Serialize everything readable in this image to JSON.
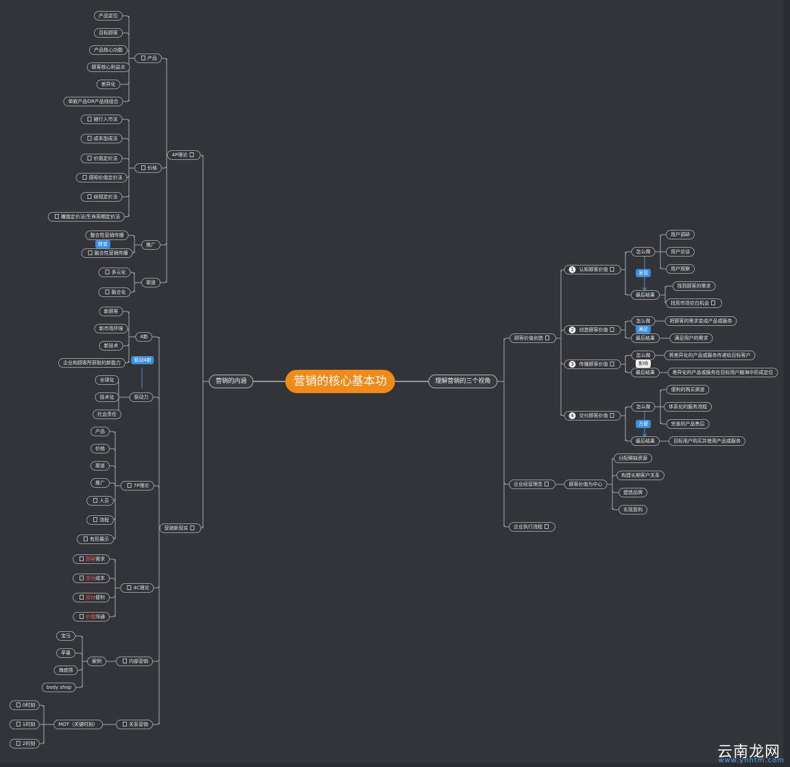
{
  "root": "营销的核心基本功",
  "left": {
    "label": "营销的内涵",
    "groups": [
      {
        "label": "4P理论",
        "children": [
          {
            "label": "产品",
            "children": [
              "产品定位",
              "目标顾客",
              "产品核心功能",
              "顾客核心利益点",
              "差异化",
              "单款产品OR产品线组合"
            ]
          },
          {
            "label": "价格",
            "children": [
              "随行入市法",
              "成本加成法",
              "价值定价法",
              "感知价值定价法",
              "歧视定价法",
              "撇脂定价法/生命周期定价法"
            ]
          },
          {
            "label": "推广",
            "children": [
              "整合性营销传播",
              "融合性营销传播"
            ],
            "tag": "转变"
          },
          {
            "label": "渠道",
            "children": [
              "多元化",
              "融合化"
            ]
          }
        ]
      },
      {
        "label": "营销新现实",
        "children": [
          {
            "label": "4新",
            "children": [
              "新顾客",
              "新市场环境",
              "新技术",
              "企业和顾客所获取的新能力"
            ],
            "tag": "驱动4新"
          },
          {
            "label": "驱动力",
            "children": [
              "全球化",
              "技术化",
              "社会责任"
            ]
          },
          {
            "label": "7P理论",
            "children": [
              "产品",
              "价格",
              "渠道",
              "推广",
              "人员",
              "流程",
              "有形展示"
            ]
          },
          {
            "label": "4C理论",
            "children": [
              {
                "hl": "顾客",
                "rest": "需求"
              },
              {
                "hl": "交付",
                "rest": "成本"
              },
              {
                "hl": "交付",
                "rest": "便利"
              },
              {
                "hl": "价值",
                "rest": "沟通"
              }
            ]
          },
          {
            "label": "内部营销",
            "sub": "案例",
            "children": [
              "宝马",
              "苹果",
              "海底捞",
              "body shop"
            ]
          },
          {
            "label": "关系营销",
            "sub": "MOT（关键时刻）",
            "children": [
              "0时刻",
              "1时刻",
              "2时刻"
            ]
          }
        ]
      }
    ]
  },
  "right": {
    "label": "理解营销的三个视角",
    "groups": [
      {
        "label": "顾客价值创造",
        "children": [
          {
            "num": "1",
            "label": "认知顾客价值",
            "how": "怎么做",
            "result": "最后结果",
            "tag": "发现",
            "how_items": [
              "用户调研",
              "用户访谈",
              "用户观察"
            ],
            "result_items": [
              "找到顾客的需求",
              "找到市场空白机会"
            ]
          },
          {
            "num": "2",
            "label": "创造顾客价值",
            "how": "怎么做",
            "result": "最后结果",
            "tag": "满足",
            "how_items": [
              "把顾客的需求变成产品或服务"
            ],
            "result_items": [
              "满足用户的需求"
            ]
          },
          {
            "num": "3",
            "label": "传播顾客价值",
            "how": "怎么做",
            "result": "最后结果",
            "tag": "影响",
            "how_items": [
              "将差异化的产品或服务传递给目标客户"
            ],
            "result_items": [
              "差异化的产品或服务在目标用户脑海中形成定位"
            ]
          },
          {
            "num": "4",
            "label": "交付顾客价值",
            "how": "怎么做",
            "result": "最后结果",
            "tag": "方便",
            "how_items": [
              "便利的购买渠道",
              "体系化的服务流程",
              "完善的产品售后"
            ],
            "result_items": [
              "目标用户购买并使用产品或服务"
            ]
          }
        ]
      },
      {
        "label": "企业经营理念",
        "sub": "顾客价值为中心",
        "children": [
          "分配稀缺资源",
          "构建长期客户关系",
          "塑造品牌",
          "实现盈利"
        ]
      },
      {
        "label": "企业执行流程",
        "children": []
      }
    ]
  },
  "watermark": {
    "brand": "云南龙网",
    "site": "www.ynhtm.com"
  },
  "colors": {
    "background": "#333438",
    "root": "#f08a1b",
    "tag": "#3b8de0",
    "edge": "#a8a8a8",
    "highlight": "#ff5a5a"
  }
}
